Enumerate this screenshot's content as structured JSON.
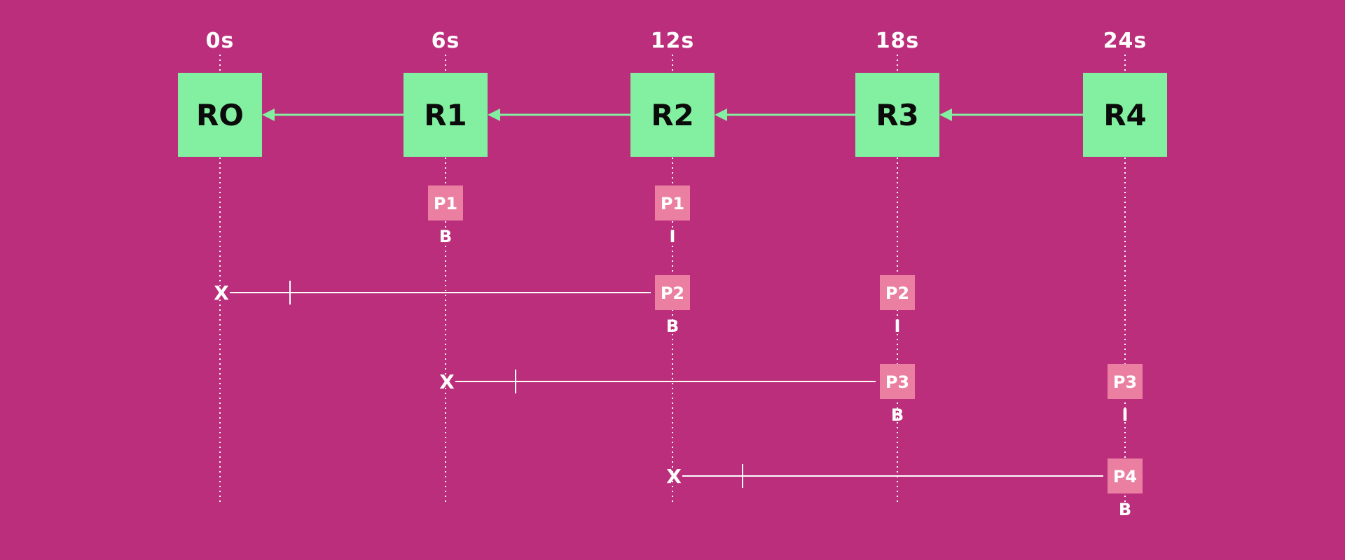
{
  "colors": {
    "background": "#BB2E7B",
    "round_box": "#82F0A0",
    "round_text": "#0b0b0b",
    "arrow": "#82F0A0",
    "packet_box": "#EA7FA1",
    "line": "#ffffff"
  },
  "timeline": {
    "ticks": [
      "0s",
      "6s",
      "12s",
      "18s",
      "24s"
    ]
  },
  "rounds": [
    {
      "label": "RO",
      "tick": 0
    },
    {
      "label": "R1",
      "tick": 1
    },
    {
      "label": "R2",
      "tick": 2
    },
    {
      "label": "R3",
      "tick": 3
    },
    {
      "label": "R4",
      "tick": 4
    }
  ],
  "packets": [
    {
      "label": "P1",
      "tick": 1,
      "row": 0,
      "flag": "B"
    },
    {
      "label": "P1",
      "tick": 2,
      "row": 0,
      "flag": "I"
    },
    {
      "label": "P2",
      "tick": 2,
      "row": 1,
      "flag": "B"
    },
    {
      "label": "P2",
      "tick": 3,
      "row": 1,
      "flag": "I"
    },
    {
      "label": "P3",
      "tick": 3,
      "row": 2,
      "flag": "B"
    },
    {
      "label": "P3",
      "tick": 4,
      "row": 2,
      "flag": "I"
    },
    {
      "label": "P4",
      "tick": 4,
      "row": 3,
      "flag": "B"
    }
  ],
  "expiries": [
    {
      "row": 1,
      "from_tick": 2,
      "to_tick": 0,
      "end_mark": "X"
    },
    {
      "row": 2,
      "from_tick": 3,
      "to_tick": 1,
      "end_mark": "X"
    },
    {
      "row": 3,
      "from_tick": 4,
      "to_tick": 2,
      "end_mark": "X"
    }
  ]
}
